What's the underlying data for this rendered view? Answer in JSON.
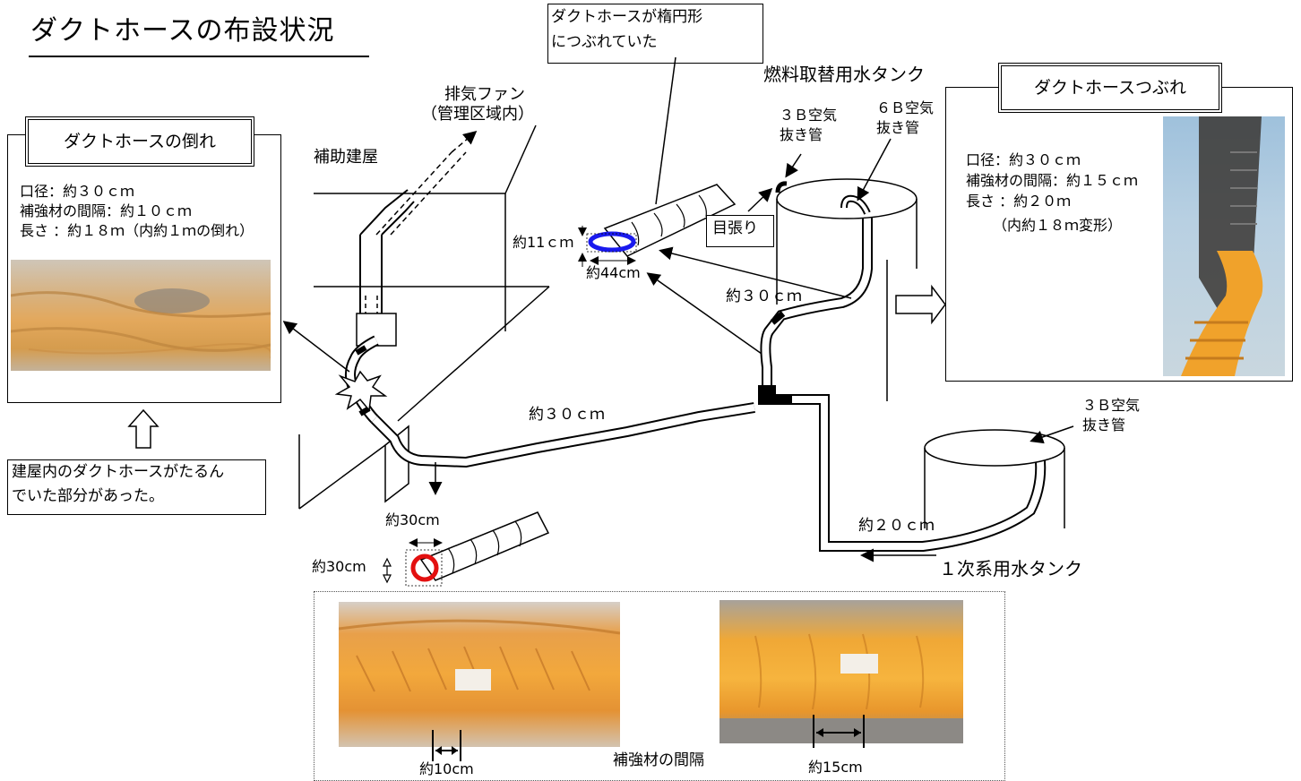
{
  "title": "ダクトホースの布設状況",
  "left_panel": {
    "box_title": "ダクトホースの倒れ",
    "line1": "口径：約３０ｃｍ",
    "line2": "補強材の間隔：約１０ｃｍ",
    "line3": "長さ ：約１８ｍ（内約１ｍの倒れ）"
  },
  "left_note": {
    "line1": "建屋内のダクトホースがたるん",
    "line2": "でいた部分があった。"
  },
  "right_panel": {
    "box_title": "ダクトホースつぶれ",
    "line1": "口径：約３０ｃｍ",
    "line2": "補強材の間隔：約１５ｃｍ",
    "line3": "長さ ：約２０ｍ",
    "line4": "（内約１８ｍ変形）"
  },
  "top_callout": {
    "line1": "ダクトホースが楕円形",
    "line2": "につぶれていた"
  },
  "labels": {
    "exhaust_fan_1": "排気ファン",
    "exhaust_fan_2": "（管理区域内）",
    "aux_building": "補助建屋",
    "fuel_tank": "燃料取替用水タンク",
    "vent3b_top_1": "３Ｂ空気",
    "vent3b_top_2": "抜き管",
    "vent6b_1": "６Ｂ空気",
    "vent6b_2": "抜き管",
    "seal": "目張り",
    "len_30_upper": "約３０ｃｍ",
    "len_30_lower": "約３０ｃｍ",
    "len_20": "約２０ｃｍ",
    "vent3b_low_1": "３Ｂ空気",
    "vent3b_low_2": "抜き管",
    "primary_tank": "１次系用水タンク",
    "oval_h": "約11ｃｍ",
    "oval_w": "約44cm",
    "round_w": "約30cm",
    "round_h": "約30cm",
    "spacing_10": "約10cm",
    "spacing_15": "約15cm",
    "spacing_caption": "補強材の間隔"
  },
  "colors": {
    "oval_ring": "#1a1aee",
    "round_ring": "#e31010",
    "hose_orange": "#f2a41f"
  }
}
